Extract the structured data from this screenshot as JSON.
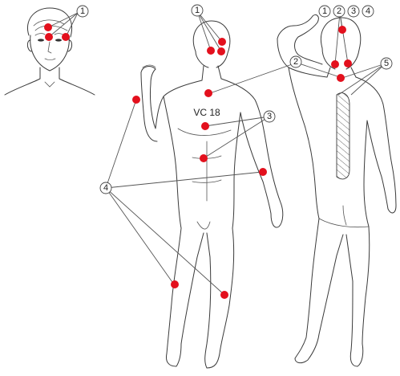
{
  "labels": {
    "head_1": "1",
    "front_1": "1",
    "back_1": "1",
    "back_2a": "2",
    "back_3": "3",
    "back_4": "4",
    "back_2b": "2",
    "back_5": "5",
    "front_3": "3",
    "front_4": "4",
    "vc_point": "VC 18"
  },
  "colors": {
    "point": "#e3101d",
    "line": "#3a3a3a"
  }
}
